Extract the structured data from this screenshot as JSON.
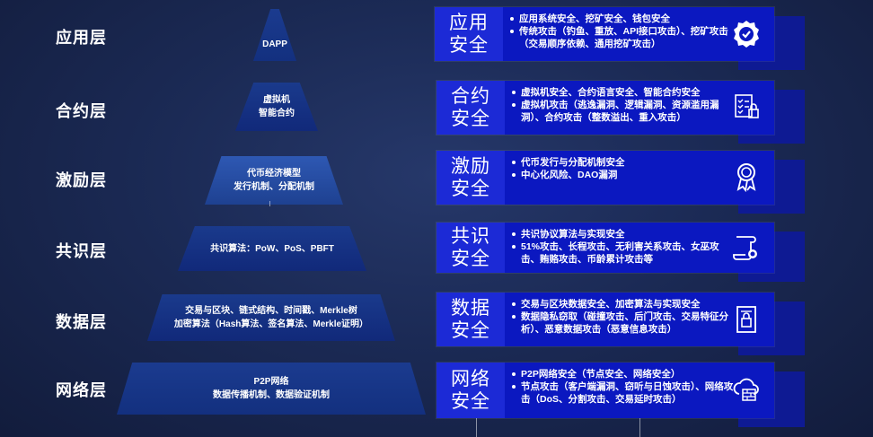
{
  "layers": [
    {
      "name": "应用层",
      "pyramid_text": "DAPP",
      "security_label": "应用\n安全",
      "bullets": [
        "应用系统安全、挖矿安全、钱包安全",
        "传统攻击（钓鱼、重放、API接口攻击）、挖矿攻击（交易顺序依赖、通用挖矿攻击）"
      ],
      "icon": "badge-check-icon"
    },
    {
      "name": "合约层",
      "pyramid_text": "虚拟机\n智能合约",
      "security_label": "合约\n安全",
      "bullets": [
        "虚拟机安全、合约语言安全、智能合约安全",
        "虚拟机攻击（逃逸漏洞、逻辑漏洞、资源滥用漏洞）、合约攻击（整数溢出、重入攻击）"
      ],
      "icon": "checklist-lock-icon"
    },
    {
      "name": "激励层",
      "pyramid_text": "代币经济模型\n发行机制、分配机制",
      "security_label": "激励\n安全",
      "bullets": [
        "代币发行与分配机制安全",
        "中心化风险、DAO漏洞"
      ],
      "icon": "award-ribbon-icon"
    },
    {
      "name": "共识层",
      "pyramid_text": "共识算法：PoW、PoS、PBFT",
      "security_label": "共识\n安全",
      "bullets": [
        "共识协议算法与实现安全",
        "51%攻击、长程攻击、无利害关系攻击、女巫攻击、贿赂攻击、币龄累计攻击等"
      ],
      "icon": "scroll-seal-icon"
    },
    {
      "name": "数据层",
      "pyramid_text": "交易与区块、链式结构、时间戳、Merkle树\n加密算法（Hash算法、签名算法、Merkle证明）",
      "security_label": "数据\n安全",
      "bullets": [
        "交易与区块数据安全、加密算法与实现安全",
        "数据隐私窃取（碰撞攻击、后门攻击、交易特征分析）、恶意数据攻击（恶意信息攻击）"
      ],
      "icon": "document-lock-icon"
    },
    {
      "name": "网络层",
      "pyramid_text": "P2P网络\n数据传播机制、数据验证机制",
      "security_label": "网络\n安全",
      "bullets": [
        "P2P网络安全（节点安全、网络安全）",
        "节点攻击（客户端漏洞、窃听与日蚀攻击）、网络攻击（DoS、分割攻击、交易延时攻击）"
      ],
      "icon": "cloud-firewall-icon"
    }
  ],
  "colors": {
    "background": "#1b2a55",
    "security_box": "#0b18c0",
    "security_label_box": "#1c2ad6",
    "shadow_box": "#0e1a93",
    "pyramid_light": "#2e58b3",
    "pyramid_dark": "#13307f"
  }
}
